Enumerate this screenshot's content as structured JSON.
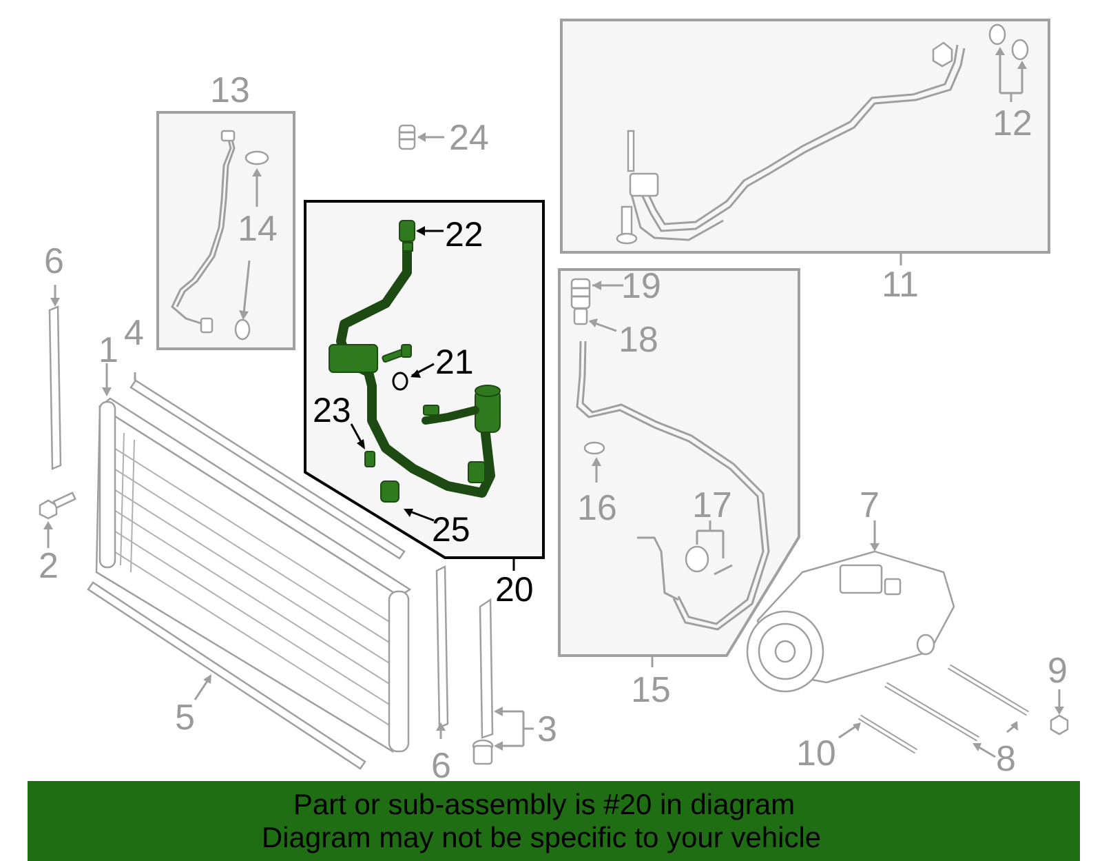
{
  "callouts": {
    "c1": "1",
    "c2": "2",
    "c3": "3",
    "c4": "4",
    "c5": "5",
    "c6a": "6",
    "c6b": "6",
    "c7": "7",
    "c8": "8",
    "c9": "9",
    "c10": "10",
    "c11": "11",
    "c12": "12",
    "c13": "13",
    "c14": "14",
    "c15": "15",
    "c16": "16",
    "c17": "17",
    "c18": "18",
    "c19": "19",
    "c20": "20",
    "c21": "21",
    "c22": "22",
    "c23": "23",
    "c24": "24",
    "c25": "25"
  },
  "banner": {
    "line1": "Part or sub-assembly is #20 in diagram",
    "line2": "Diagram may not be specific to your vehicle"
  },
  "colors": {
    "highlight": "#2f7a1e",
    "banner_bg": "#1f6e14",
    "parts_gray": "#9f9f9f"
  }
}
